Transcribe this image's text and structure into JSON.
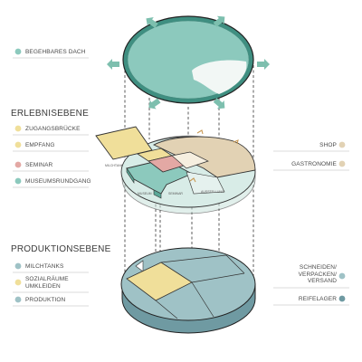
{
  "sections": {
    "erlebnis": "ERLEBNISEBENE",
    "produktion": "PRODUKTIONSEBENE"
  },
  "legend_left": {
    "begehbares_dach": "BEGEHBARES DACH",
    "zugangsbruecke": "ZUGANGSBRÜCKE",
    "empfang": "EMPFANG",
    "seminar": "SEMINAR",
    "museumsrundgang": "MUSEUMSRUNDGANG",
    "milchtanks": "MILCHTANKS",
    "sozialraeume": "SOZIALRÄUME UMKLEIDEN",
    "produktion": "PRODUKTION"
  },
  "legend_right": {
    "shop": "SHOP",
    "gastronomie": "GASTRONOMIE",
    "schneiden": "SCHNEIDEN/ VERPACKEN/ VERSAND",
    "reifelager": "REIFELAGER"
  },
  "plan_labels": {
    "milchtank": "MILCHTANK",
    "museum": "MUSEUM",
    "seminar": "SEMINAR",
    "ausstellung": "AUSSTELLUNG"
  },
  "colors": {
    "teal": "#8cc9bd",
    "teal_dark": "#5aa898",
    "yellow": "#f0df9a",
    "rose": "#e3a8a4",
    "beige": "#e2d2b4",
    "steel": "#9fc2c6",
    "steel_dark": "#6f9aa2",
    "arrow": "#7dbfae"
  }
}
